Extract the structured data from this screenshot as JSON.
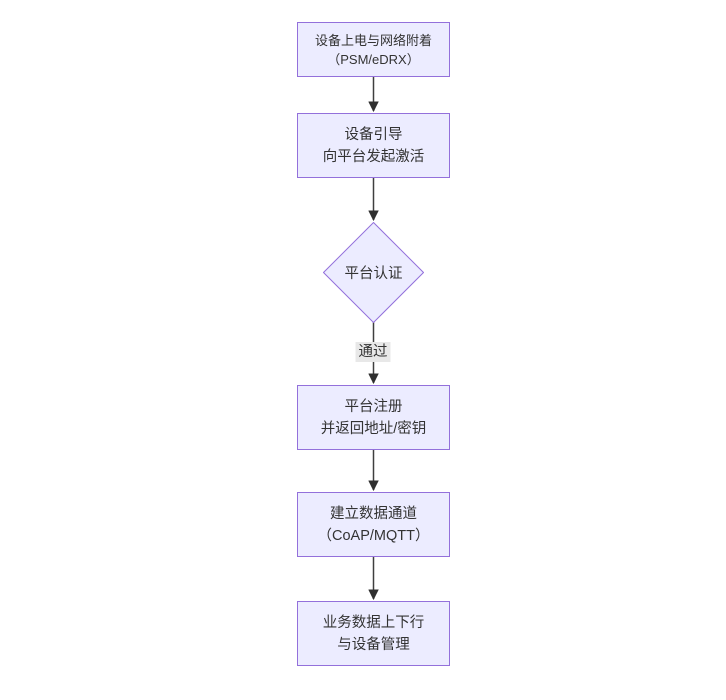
{
  "diagram": {
    "type": "flowchart",
    "direction": "top-down",
    "background_color": "#ffffff",
    "colors": {
      "node_fill": "#ECECFF",
      "node_border": "#9370DB",
      "node_text": "#333333",
      "edge_line": "#3f3f3f",
      "edge_arrowhead": "#2f2f2f",
      "edge_label_background": "#e8e8e8"
    },
    "nodes": [
      {
        "id": "power-attach",
        "shape": "rectangle",
        "lines": [
          "设备上电与网络附着",
          "（PSM/eDRX）"
        ]
      },
      {
        "id": "bootstrap",
        "shape": "rectangle",
        "lines": [
          "设备引导",
          "向平台发起激活"
        ]
      },
      {
        "id": "platform-auth",
        "shape": "diamond",
        "lines": [
          "平台认证"
        ]
      },
      {
        "id": "register",
        "shape": "rectangle",
        "lines": [
          "平台注册",
          "并返回地址/密钥"
        ]
      },
      {
        "id": "data-channel",
        "shape": "rectangle",
        "lines": [
          "建立数据通道",
          "（CoAP/MQTT）"
        ]
      },
      {
        "id": "business",
        "shape": "rectangle",
        "lines": [
          "业务数据上下行",
          "与设备管理"
        ]
      }
    ],
    "edges": [
      {
        "from": "power-attach",
        "to": "bootstrap",
        "label": ""
      },
      {
        "from": "bootstrap",
        "to": "platform-auth",
        "label": ""
      },
      {
        "from": "platform-auth",
        "to": "register",
        "label": "通过"
      },
      {
        "from": "register",
        "to": "data-channel",
        "label": ""
      },
      {
        "from": "data-channel",
        "to": "business",
        "label": ""
      }
    ]
  }
}
